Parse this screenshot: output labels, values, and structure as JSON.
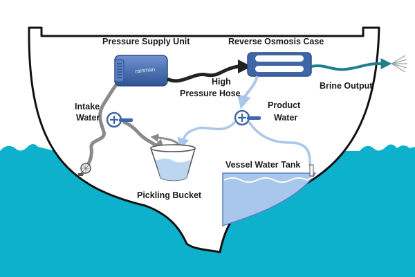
{
  "labels": {
    "pressure_supply_unit": "Pressure Supply Unit",
    "reverse_osmosis_case": "Reverse Osmosis Case",
    "high": "High",
    "pressure_hose": "Pressure Hose",
    "brine_output": "Brine Output",
    "intake": "Intake",
    "intake_water": "Water",
    "product": "Product",
    "product_water": "Water",
    "vessel_water_tank": "Vessel Water Tank",
    "pickling_bucket": "Pickling Bucket"
  },
  "brand": "rainman",
  "colors": {
    "sea": "#0db1cc",
    "hull_outline": "#111111",
    "unit_blue": "#3f67a8",
    "intake_hose": "#8a8a8a",
    "high_pressure_hose": "#222222",
    "brine_hose": "#1f7f8c",
    "product_line": "#aac7ea",
    "tank_water": "#a9c7ec",
    "bucket_water": "#bcd6f2"
  }
}
